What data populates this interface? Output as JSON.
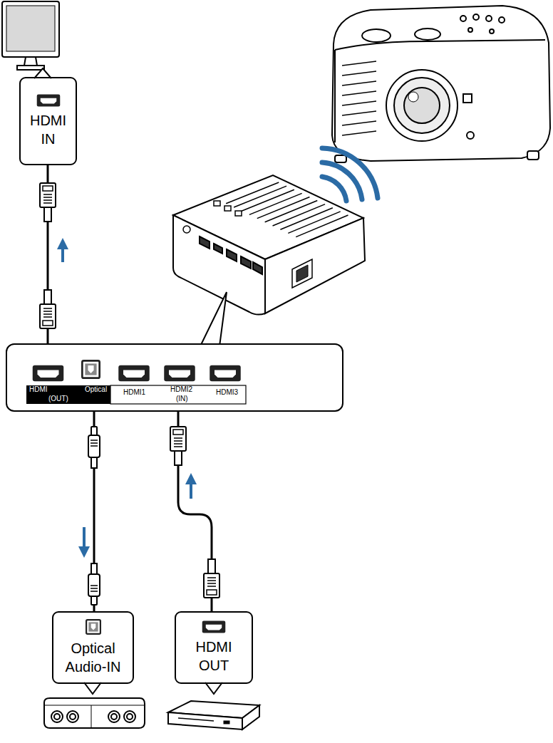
{
  "diagram": {
    "nodes": [
      {
        "text": [
          "HDMI IN"
        ]
      },
      {
        "text": [
          "HDMI",
          "(OUT)",
          "Optical",
          "HDMI1",
          "HDMI2",
          "(IN)",
          "HDMI3"
        ]
      },
      {
        "text": [
          "Optical Audio-IN"
        ]
      },
      {
        "text": [
          "HDMI OUT"
        ]
      }
    ],
    "edges": [
      {
        "from": 1,
        "to": 0,
        "arrow": "to"
      },
      {
        "from": 1,
        "to": 2,
        "arrow": "to"
      },
      {
        "from": 3,
        "to": 1,
        "arrow": "to"
      }
    ]
  }
}
